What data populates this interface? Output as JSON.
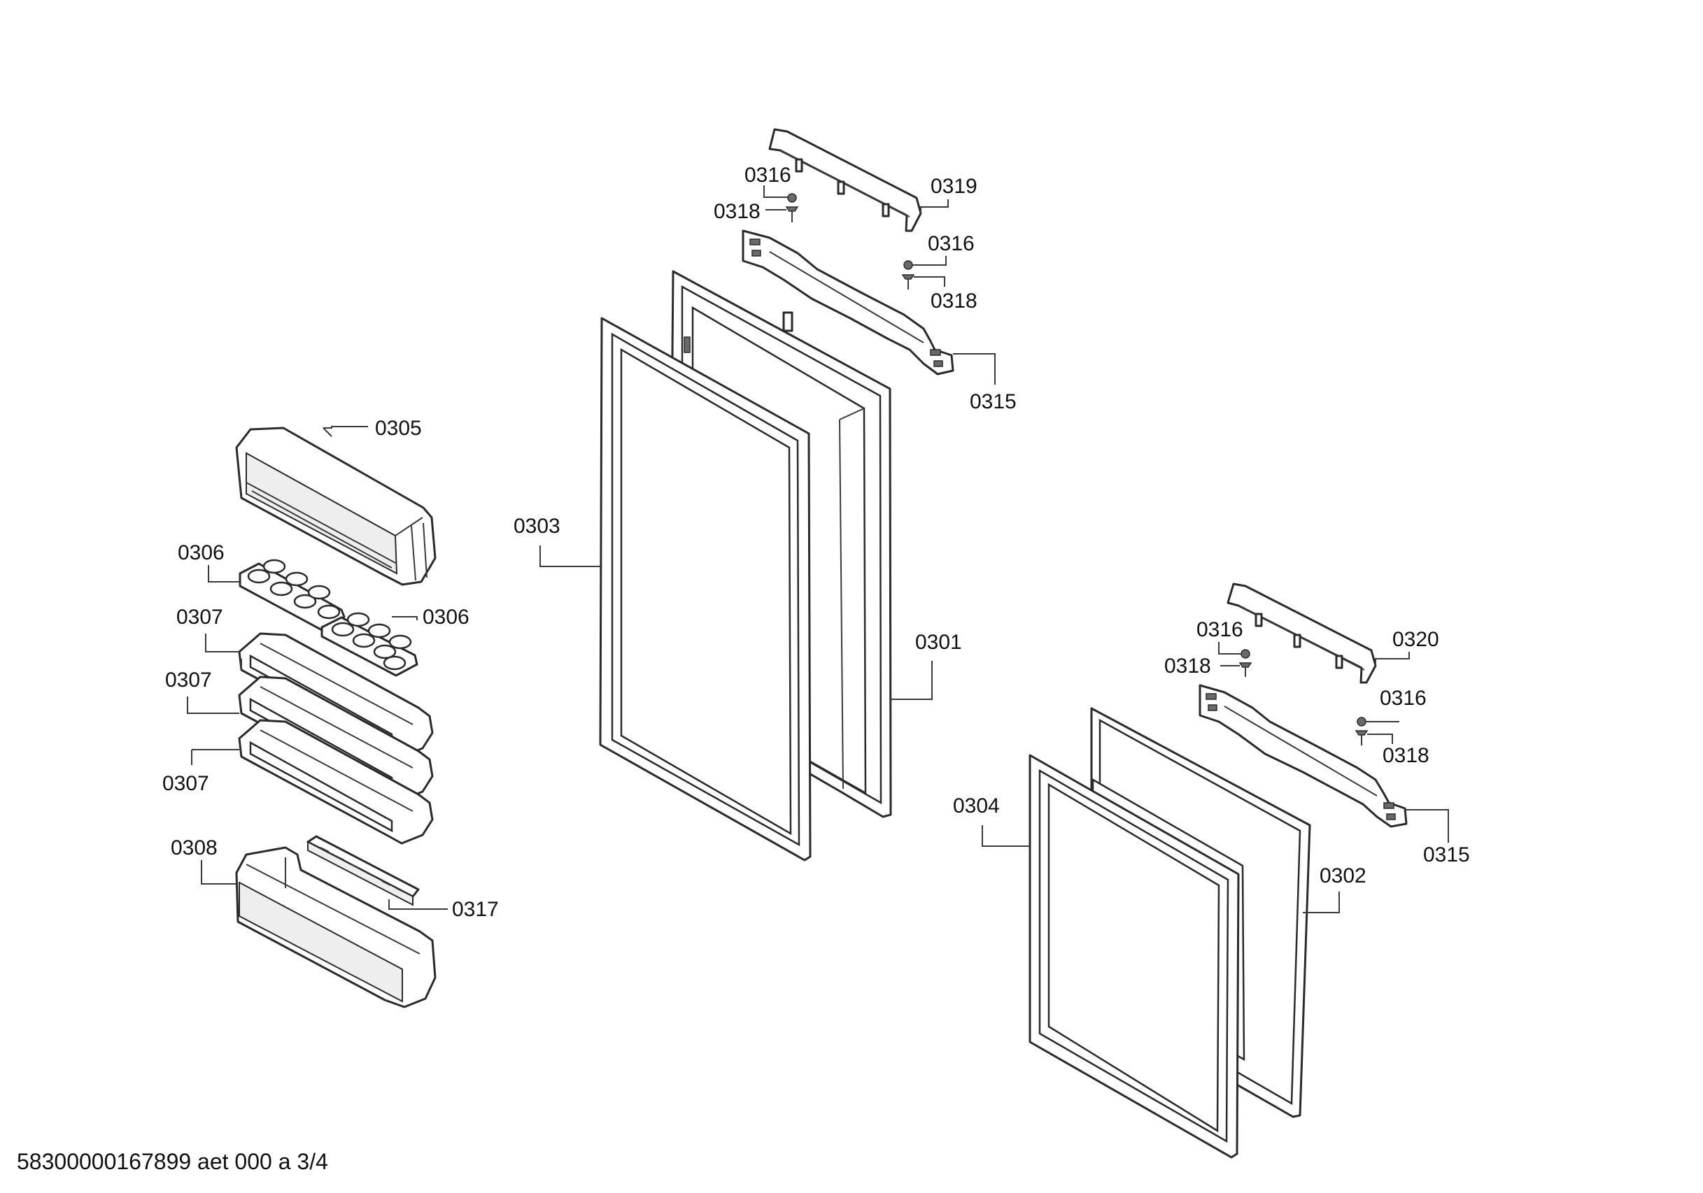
{
  "labels": {
    "l0301": "0301",
    "l0302": "0302",
    "l0303": "0303",
    "l0304": "0304",
    "l0305": "0305",
    "l0306a": "0306",
    "l0306b": "0306",
    "l0307a": "0307",
    "l0307b": "0307",
    "l0307c": "0307",
    "l0308": "0308",
    "l0315a": "0315",
    "l0315b": "0315",
    "l0316a": "0316",
    "l0316b": "0316",
    "l0316c": "0316",
    "l0316d": "0316",
    "l0317": "0317",
    "l0318a": "0318",
    "l0318b": "0318",
    "l0318c": "0318",
    "l0318d": "0318",
    "l0319": "0319",
    "l0320": "0320"
  },
  "footer": {
    "code": "58300000167899 aet 000 a 3/4"
  }
}
